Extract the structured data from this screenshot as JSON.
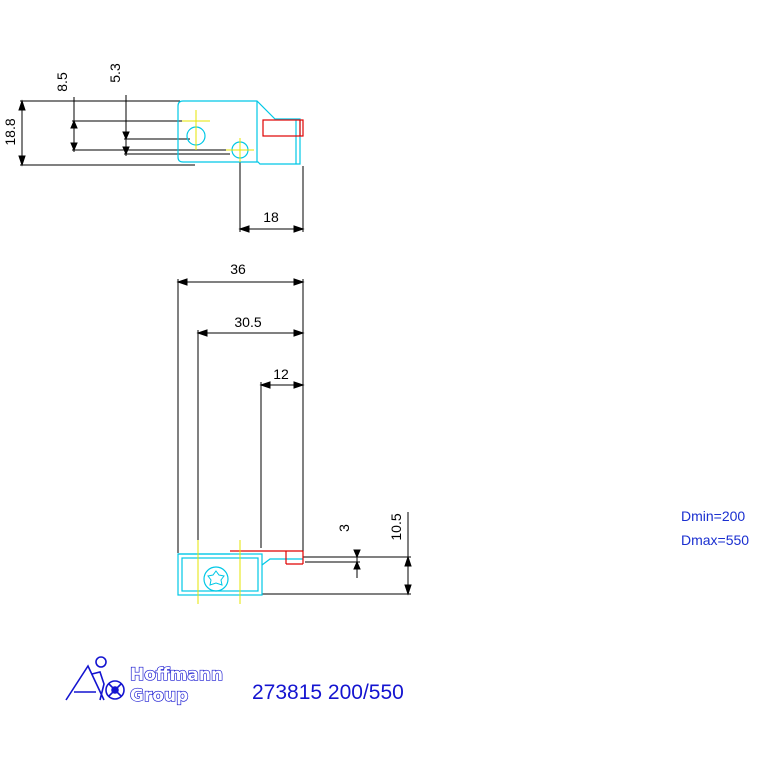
{
  "drawing": {
    "top_view": {
      "dimensions": [
        "18.8",
        "8.5",
        "5.3",
        "18"
      ]
    },
    "front_view": {
      "dimensions": [
        "36",
        "30.5",
        "12",
        "3",
        "10.5"
      ]
    },
    "parameters": {
      "dmin": "Dmin=200",
      "dmax": "Dmax=550"
    },
    "part_number": "273815 200/550",
    "logo": {
      "line1": "Hoffmann",
      "line2": "Group"
    },
    "colors": {
      "outline": "#00c8e6",
      "dimension": "#000000",
      "center": "#e6e600",
      "cutter": "#e00000",
      "brand": "#1414d0"
    }
  }
}
